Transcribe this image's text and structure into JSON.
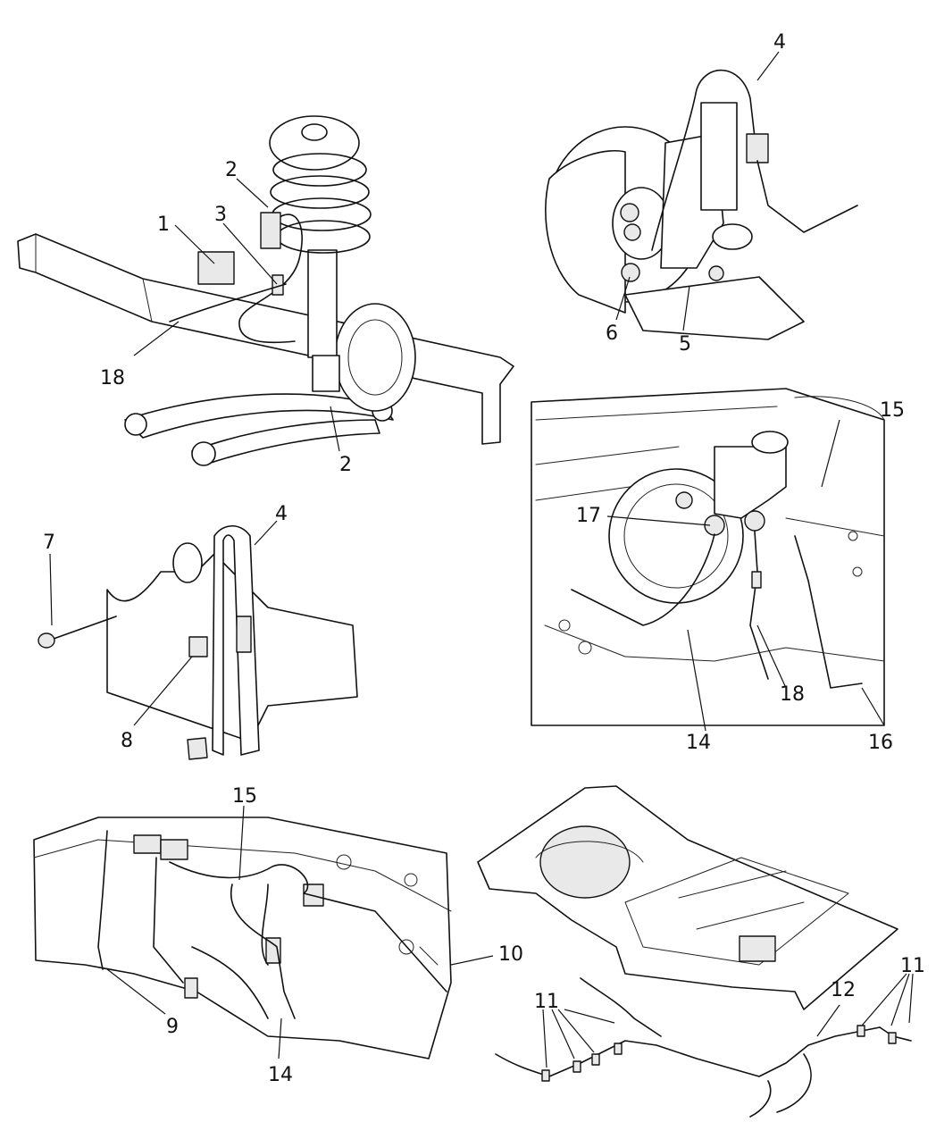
{
  "callouts": {
    "p1": {
      "c1": "1",
      "c2a": "2",
      "c2b": "2",
      "c3": "3",
      "c18": "18"
    },
    "p2": {
      "c4": "4",
      "c5": "5",
      "c6": "6"
    },
    "p3": {
      "c4": "4",
      "c7": "7",
      "c8": "8"
    },
    "p4": {
      "c14": "14",
      "c15": "15",
      "c16": "16",
      "c17": "17",
      "c18": "18"
    },
    "p5": {
      "c9": "9",
      "c10": "10",
      "c14": "14",
      "c15": "15"
    },
    "p6": {
      "c11a": "11",
      "c11b": "11",
      "c12": "12"
    }
  }
}
